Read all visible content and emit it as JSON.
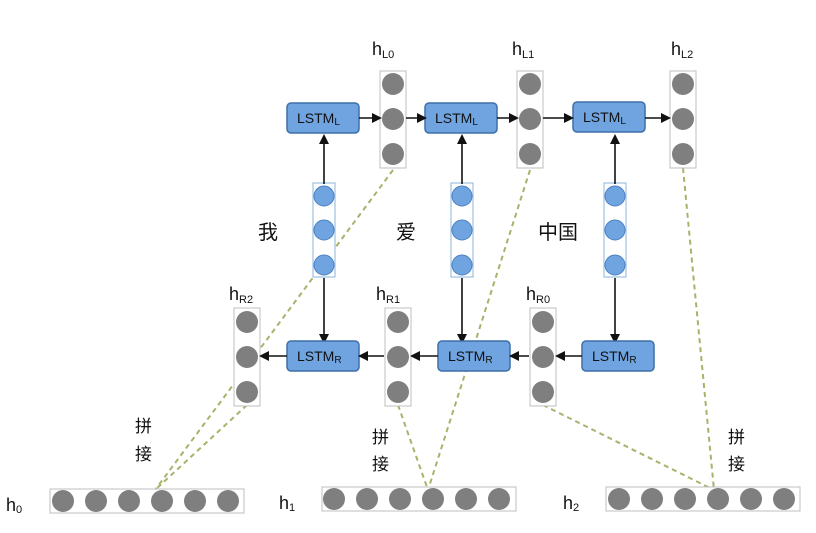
{
  "words": [
    "我",
    "爱",
    "中国"
  ],
  "lstm_left": {
    "main": "LSTM",
    "sub": "L"
  },
  "lstm_right": {
    "main": "LSTM",
    "sub": "R"
  },
  "hidden_left": [
    {
      "main": "h",
      "sub": "L0"
    },
    {
      "main": "h",
      "sub": "L1"
    },
    {
      "main": "h",
      "sub": "L2"
    }
  ],
  "hidden_right": [
    {
      "main": "h",
      "sub": "R2"
    },
    {
      "main": "h",
      "sub": "R1"
    },
    {
      "main": "h",
      "sub": "R0"
    }
  ],
  "outputs": [
    {
      "main": "h",
      "sub": "0"
    },
    {
      "main": "h",
      "sub": "1"
    },
    {
      "main": "h",
      "sub": "2"
    }
  ],
  "concat_label": [
    "拼",
    "接"
  ],
  "colors": {
    "lstm_fill": "#6fa4e0",
    "hidden_dot": "#7f7f7f",
    "dashed_line": "#a8b26a"
  }
}
